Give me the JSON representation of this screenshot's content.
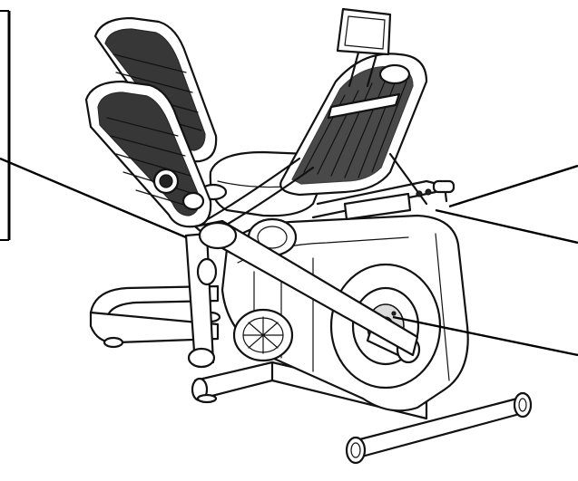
{
  "figure": {
    "ink_color": "#111111",
    "background_color": "#ffffff",
    "callouts": [
      {
        "id": "left-pedal",
        "label": ""
      },
      {
        "id": "seat-rear-frame",
        "label": ""
      },
      {
        "id": "flywheel-hub",
        "label": ""
      }
    ]
  }
}
